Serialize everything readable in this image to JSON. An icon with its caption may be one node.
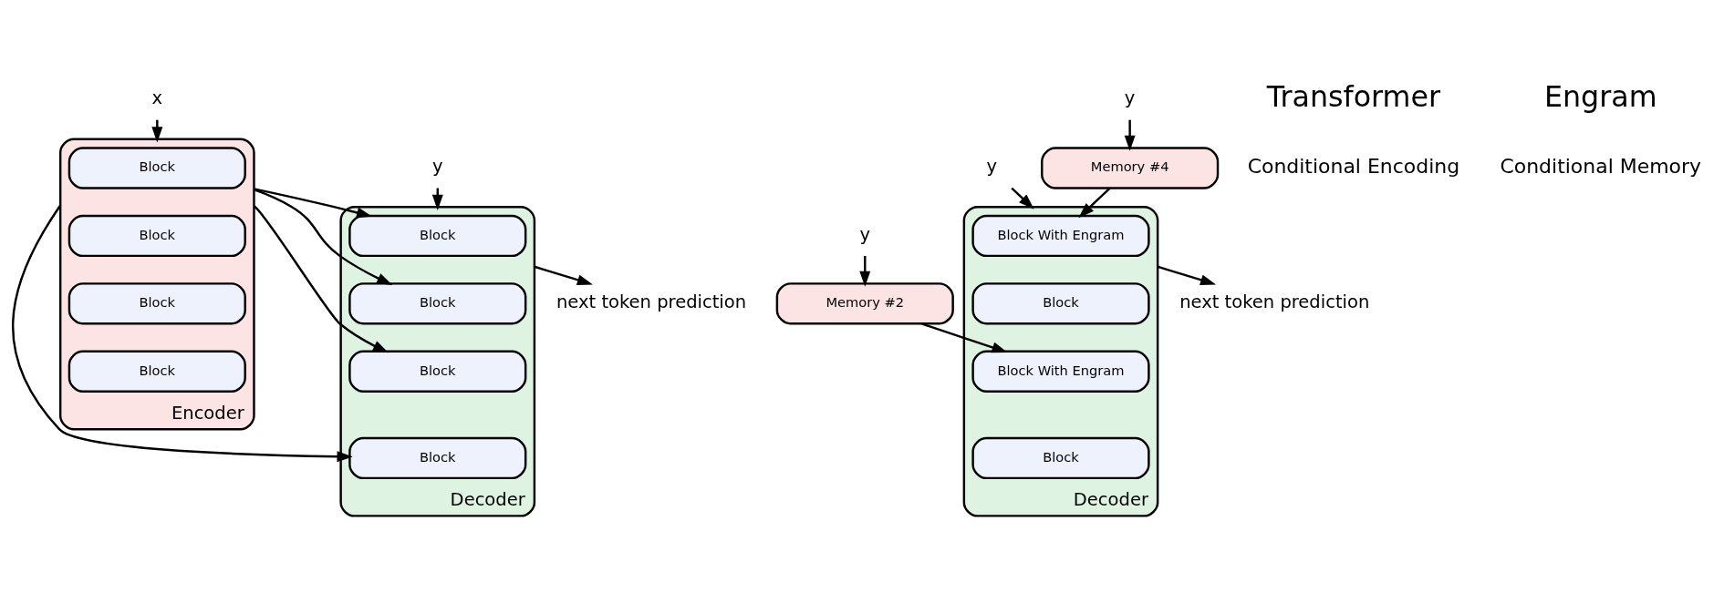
{
  "diagram": {
    "nodes": [
      {
        "text": [
          "Encoder"
        ]
      },
      {
        "text": [
          "Block"
        ],
        "in": 0
      },
      {
        "text": [
          "Block"
        ],
        "in": 0
      },
      {
        "text": [
          "Block"
        ],
        "in": 0
      },
      {
        "text": [
          "Block"
        ],
        "in": 0
      },
      {
        "text": [
          "Decoder"
        ]
      },
      {
        "text": [
          "Block"
        ],
        "in": 5
      },
      {
        "text": [
          "Block"
        ],
        "in": 5
      },
      {
        "text": [
          "Block"
        ],
        "in": 5
      },
      {
        "text": [
          "Block"
        ],
        "in": 5
      },
      {
        "text": [
          "x"
        ]
      },
      {
        "text": [
          "y"
        ]
      },
      {
        "text": [
          "next token prediction"
        ]
      },
      {
        "text": [
          "Memory #4"
        ]
      },
      {
        "text": [
          "y"
        ]
      },
      {
        "text": [
          "Memory #2"
        ]
      },
      {
        "text": [
          "y"
        ]
      },
      {
        "text": [
          "Decoder"
        ]
      },
      {
        "text": [
          "Block With Engram"
        ],
        "in": 17
      },
      {
        "text": [
          "Block"
        ],
        "in": 17
      },
      {
        "text": [
          "Block With Engram"
        ],
        "in": 17
      },
      {
        "text": [
          "Block"
        ],
        "in": 17
      },
      {
        "text": [
          "y"
        ]
      },
      {
        "text": [
          "next token prediction"
        ]
      }
    ],
    "edges": [
      {
        "from": 0,
        "to": 6,
        "arrow": "to"
      },
      {
        "from": 0,
        "to": 7,
        "arrow": "to"
      },
      {
        "from": 0,
        "to": 8,
        "arrow": "to"
      },
      {
        "from": 0,
        "to": 9,
        "arrow": "to"
      },
      {
        "from": 10,
        "to": 0,
        "arrow": "to"
      },
      {
        "from": 11,
        "to": 5,
        "arrow": "to"
      },
      {
        "from": 5,
        "to": 12,
        "arrow": "to"
      },
      {
        "from": 14,
        "to": 13,
        "arrow": "to"
      },
      {
        "from": 16,
        "to": 15,
        "arrow": "to"
      },
      {
        "from": 13,
        "to": 18,
        "arrow": "to"
      },
      {
        "from": 15,
        "to": 20,
        "arrow": "to"
      },
      {
        "from": 22,
        "to": 17,
        "arrow": "to"
      },
      {
        "from": 17,
        "to": 23,
        "arrow": "to"
      }
    ],
    "labels": [
      "Transformer",
      "Conditional Encoding",
      "Engram",
      "Conditional Memory"
    ]
  }
}
